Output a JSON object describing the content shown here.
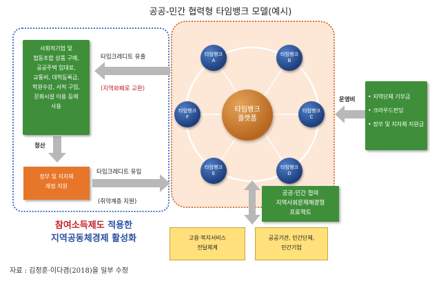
{
  "title": "공공-민간 협력형 타임뱅크 모델(예시)",
  "left_green": {
    "lines": [
      "사회적기업 및",
      "협동조합 상품 구매,",
      "공공주택 임대료,",
      "교통비, 대학등록금,",
      "학원수강, 서적 구입,",
      "문화시설 이용 등에",
      "사용"
    ]
  },
  "arrows": {
    "outflow": "타임크레디트 유출",
    "outflow_note": "(지역화폐로 교환)",
    "inflow": "타임크레디트 유입",
    "inflow_note": "(취약계층 지원)",
    "settlement": "정산",
    "operating_cost": "운영비"
  },
  "orange_box": {
    "line1": "정부 및 지자체",
    "line2": "재정 지원"
  },
  "right_green": {
    "items": [
      "지역단체 기부금",
      "크라우드펀딩",
      "정부 및 지자체 지원금"
    ]
  },
  "center": {
    "line1": "타임뱅크",
    "line2": "플랫폼"
  },
  "nodes": [
    {
      "line1": "타임뱅크",
      "line2": "A"
    },
    {
      "line1": "타임뱅크",
      "line2": "B"
    },
    {
      "line1": "타임뱅크",
      "line2": "C"
    },
    {
      "line1": "타임뱅크",
      "line2": "D"
    },
    {
      "line1": "타임뱅크",
      "line2": "E"
    },
    {
      "line1": "타임뱅크",
      "line2": "F"
    }
  ],
  "green_mid": {
    "lines": [
      "공공-민간 협력",
      "지역사회문제해결형",
      "프로젝트"
    ]
  },
  "yellow_left": {
    "line1": "고용·복지서비스",
    "line2": "전달체계"
  },
  "yellow_right": {
    "line1": "공공기관, 민간단체,",
    "line2": "민간기업"
  },
  "bottom_text": {
    "line1_red": "참여소득제도",
    "line1_rest": " 적용한",
    "line2": "지역공동체경제 활성화"
  },
  "source": "자료 : 김정훈·이다겸(2018)을 일부 수정",
  "colors": {
    "green": "#3f8f3a",
    "orange": "#e8762a",
    "blue_node": "#1e3f7e",
    "center": "#b8661e",
    "red": "#c0202a",
    "blue_text": "#2a4fa0"
  }
}
